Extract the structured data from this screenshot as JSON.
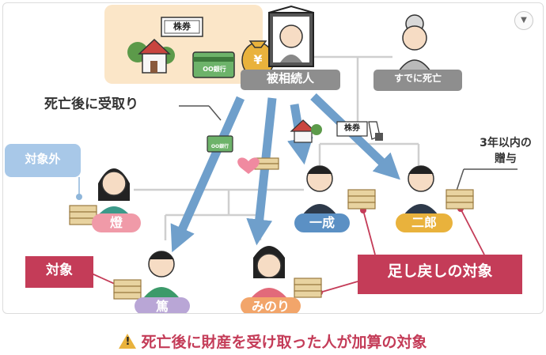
{
  "labels": {
    "decedent": "被相続人",
    "already_dead": "すでに死亡",
    "after_death": "死亡後に受取り",
    "out_of_scope": "対象外",
    "within_3y_line1": "3年以内の",
    "within_3y_line2": "贈与",
    "target": "対象",
    "addback_target": "足し戻しの対象"
  },
  "people": {
    "akari": "燈",
    "issei": "一成",
    "jiro": "二郎",
    "atsushi": "篤",
    "minori": "みのり"
  },
  "icons": {
    "stock_certificate_label": "株券",
    "bank_card_label": "OO銀行",
    "yen_symbol": "¥"
  },
  "caption": "死亡後に財産を受け取った人が加算の対象",
  "colors": {
    "accent_red": "#c43c58",
    "arrow_blue": "#6f9fcb",
    "line_gray": "#cfcfcf",
    "asset_bg": "#fbe6c8"
  }
}
